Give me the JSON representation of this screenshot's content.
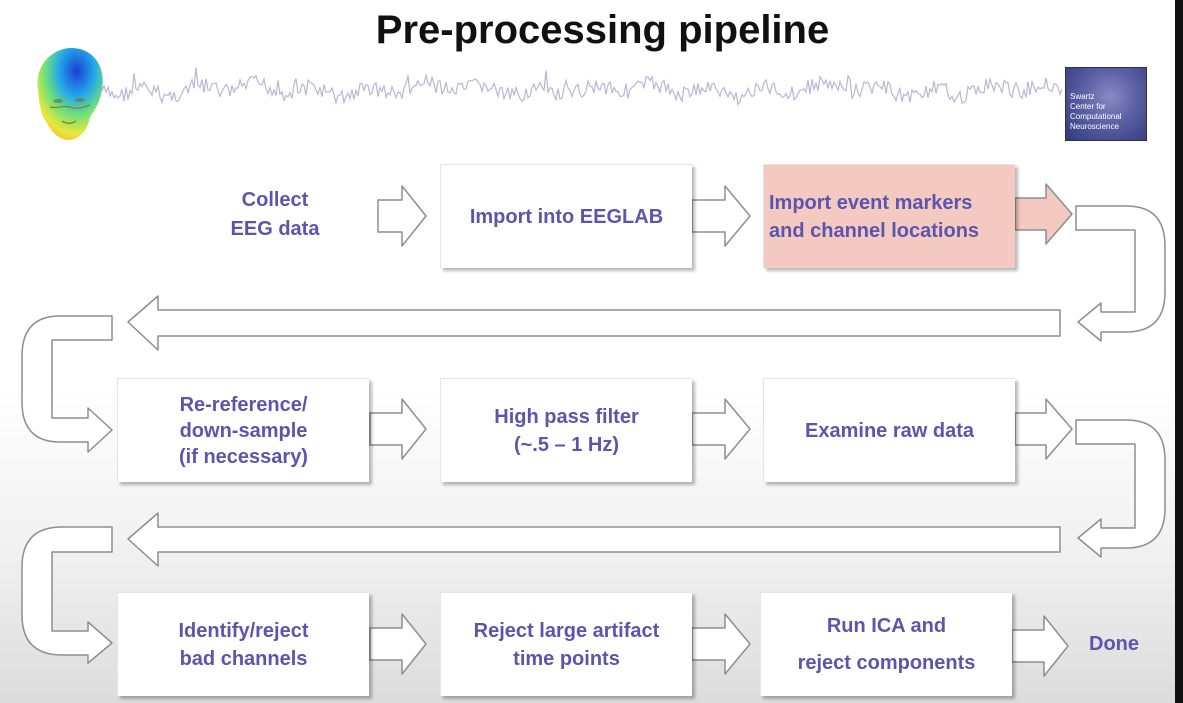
{
  "title": "Pre-processing pipeline",
  "logo": {
    "text": "Swartz\nCenter for\nComputational\nNeuroscience"
  },
  "icons": {
    "head": "eeg-head-scalp-map-icon",
    "trace": "eeg-signal-trace-icon"
  },
  "colors": {
    "label": "#5b55ad",
    "highlight": "#f3c9c2",
    "arrow_stroke": "#8e8e8e"
  },
  "pipeline": {
    "row1": [
      {
        "label": "Collect\nEEG data",
        "boxed": false
      },
      {
        "label": "Import into EEGLAB",
        "boxed": true
      },
      {
        "label": "Import event markers\nand channel locations",
        "boxed": true,
        "highlighted": true
      }
    ],
    "row2": [
      {
        "label": "Re-reference/\ndown-sample\n(if necessary)",
        "boxed": true
      },
      {
        "label": "High pass filter\n(~.5 – 1 Hz)",
        "boxed": true
      },
      {
        "label": "Examine raw data",
        "boxed": true
      }
    ],
    "row3": [
      {
        "label": "Identify/reject\nbad channels",
        "boxed": true
      },
      {
        "label": "Reject large artifact\ntime points",
        "boxed": true
      },
      {
        "label": "Run ICA and\nreject components",
        "boxed": true
      }
    ],
    "end_label": "Done"
  }
}
